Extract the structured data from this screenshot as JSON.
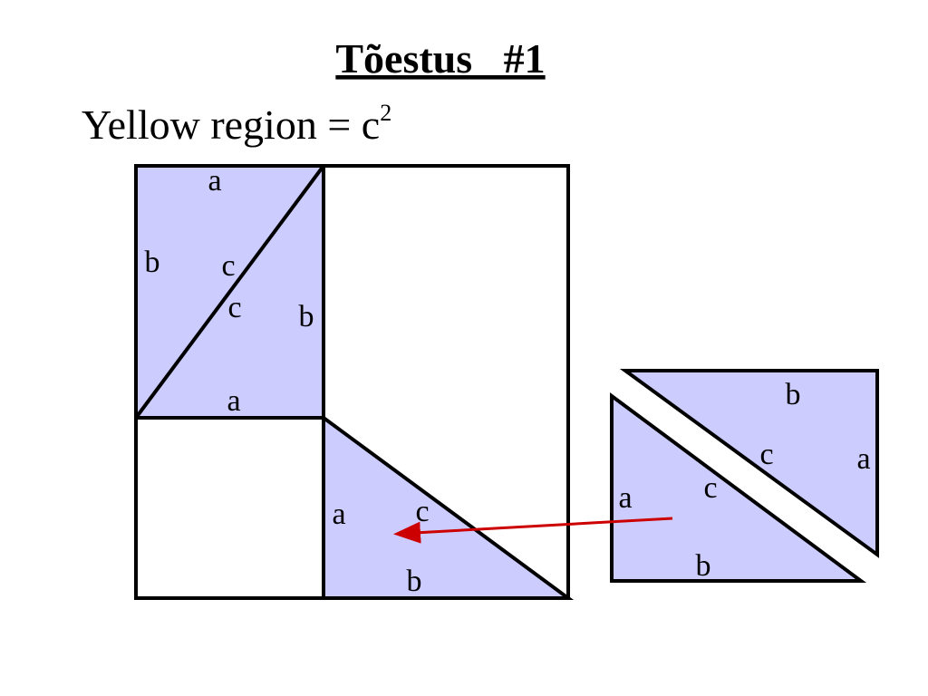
{
  "title": "Tõestus   #1",
  "subtitle": {
    "text": "Yellow region = c",
    "superscript": "2"
  },
  "colors": {
    "fill": "#ccccff",
    "stroke": "#000000",
    "arrow": "#cc0000",
    "background": "#ffffff"
  },
  "labels": {
    "top_a": "a",
    "left_b": "b",
    "diag_c1": "c",
    "diag_c2": "c",
    "right_b": "b",
    "bottom_a": "a",
    "lower_a": "a",
    "lower_c": "c",
    "lower_b": "b",
    "pieceR_b": "b",
    "pieceR_c": "c",
    "pieceR_a": "a",
    "pieceL_a": "a",
    "pieceL_c": "c",
    "pieceL_b": "b"
  }
}
